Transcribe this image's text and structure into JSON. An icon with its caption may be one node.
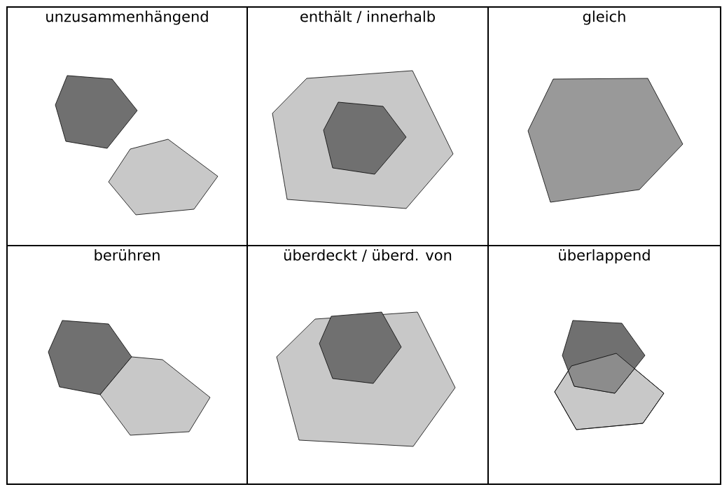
{
  "diagram": {
    "nodes": [
      {
        "text": [
          "unzusammenhängend"
        ]
      },
      {
        "text": [
          "enthält / innerhalb"
        ]
      },
      {
        "text": [
          "gleich"
        ]
      },
      {
        "text": [
          "berühren"
        ]
      },
      {
        "text": [
          "überdeckt / überd. von"
        ]
      },
      {
        "text": [
          "überlappend"
        ]
      }
    ]
  }
}
